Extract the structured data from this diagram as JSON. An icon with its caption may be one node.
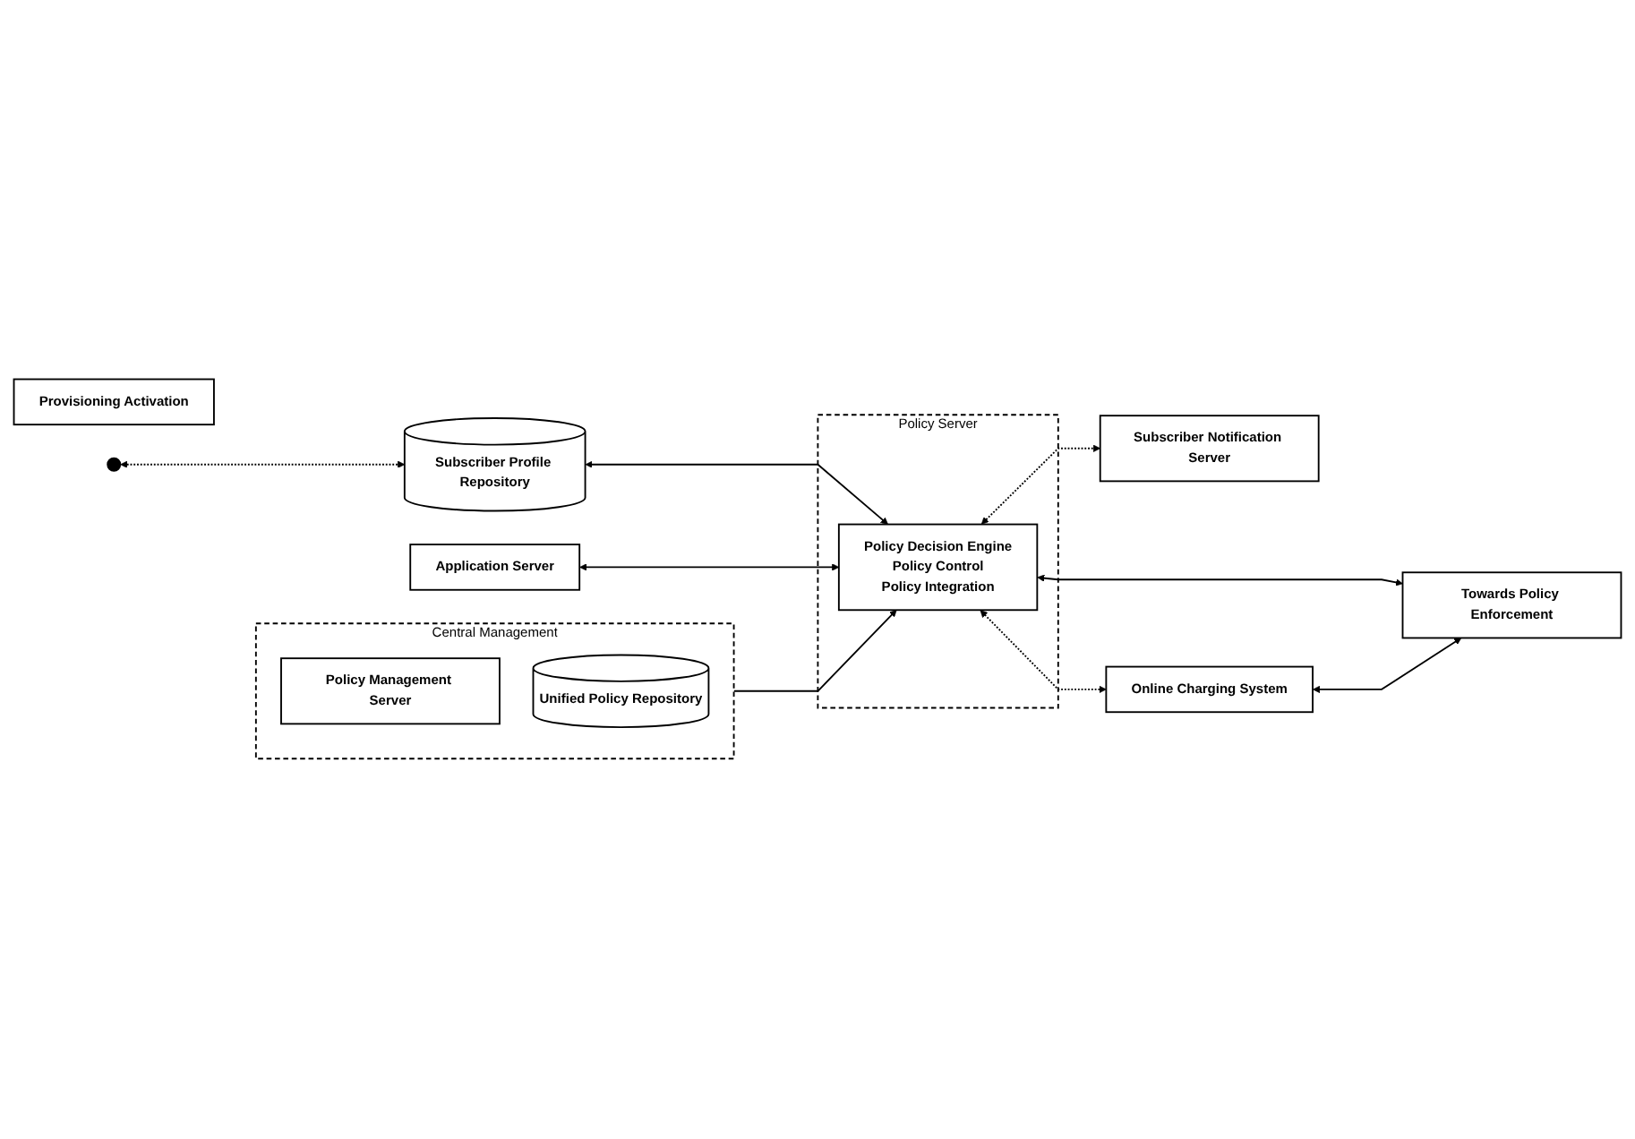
{
  "diagram": {
    "nodes": [
      {
        "text": [
          "Central Management"
        ]
      },
      {
        "text": [
          "Policy Management Server"
        ],
        "in": 0
      },
      {
        "text": [
          "Unified Policy Repository"
        ],
        "in": 0
      },
      {
        "text": [
          "Provisioning Activation"
        ]
      },
      {
        "text": [],
        "shape": "circle"
      },
      {
        "text": [
          "Subscriber Profile Repository"
        ]
      },
      {
        "text": [
          "Policy Server"
        ]
      },
      {
        "text": [
          "Policy Decision Engine",
          "Policy Control",
          "Policy Integration"
        ],
        "in": 6
      },
      {
        "text": [
          "Application Server"
        ]
      },
      {
        "text": [
          "Subscriber Notification Server"
        ]
      },
      {
        "text": [
          "Online Charging System"
        ]
      },
      {
        "text": [
          "Towards Policy Enforcement"
        ]
      }
    ],
    "edges": [
      {
        "from": 0,
        "to": 7,
        "arrow": "to"
      },
      {
        "from": 4,
        "to": 5,
        "arrow": "both",
        "style": "dashed"
      },
      {
        "from": 5,
        "to": 7,
        "arrow": "both"
      },
      {
        "from": 8,
        "to": 7,
        "arrow": "both"
      },
      {
        "from": 7,
        "to": 9,
        "arrow": "both",
        "style": "dashed"
      },
      {
        "from": 7,
        "to": 10,
        "arrow": "both",
        "style": "dashed"
      },
      {
        "from": 7,
        "to": 11,
        "arrow": "both"
      },
      {
        "from": 10,
        "to": 11,
        "arrow": "both"
      }
    ]
  }
}
